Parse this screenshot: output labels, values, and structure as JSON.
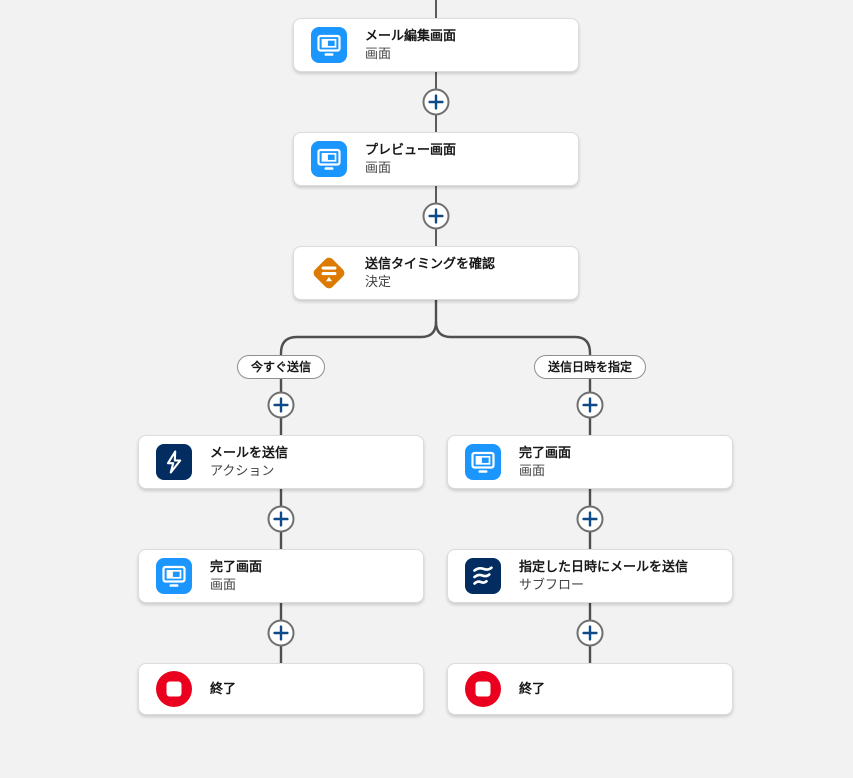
{
  "canvas": {
    "background": "#f2f2f2",
    "connector_color": "#5b5b5b"
  },
  "colors": {
    "screen_icon_bg": "#1b96ff",
    "decision_icon_bg": "#dd7a01",
    "action_icon_bg": "#032d60",
    "subflow_icon_bg": "#032d60",
    "end_icon_bg": "#ea001e",
    "plus_glyph": "#0d4a87",
    "node_bg": "#ffffff",
    "title_text": "#181818",
    "subtitle_text": "#444444"
  },
  "icons": {
    "screen": "screen-icon",
    "decision": "decision-icon",
    "action": "lightning-icon",
    "subflow": "subflow-icon",
    "end": "stop-icon",
    "plus": "plus-icon"
  },
  "flow": {
    "nodes": {
      "edit_screen": {
        "title": "メール編集画面",
        "subtitle": "画面"
      },
      "preview_screen": {
        "title": "プレビュー画面",
        "subtitle": "画面"
      },
      "decision": {
        "title": "送信タイミングを確認",
        "subtitle": "決定"
      },
      "send_action": {
        "title": "メールを送信",
        "subtitle": "アクション"
      },
      "complete_screen_right": {
        "title": "完了画面",
        "subtitle": "画面"
      },
      "complete_screen_left": {
        "title": "完了画面",
        "subtitle": "画面"
      },
      "subflow_scheduled": {
        "title": "指定した日時にメールを送信",
        "subtitle": "サブフロー"
      },
      "end_left": {
        "title": "終了"
      },
      "end_right": {
        "title": "終了"
      }
    },
    "branches": {
      "left": "今すぐ送信",
      "right": "送信日時を指定"
    }
  }
}
